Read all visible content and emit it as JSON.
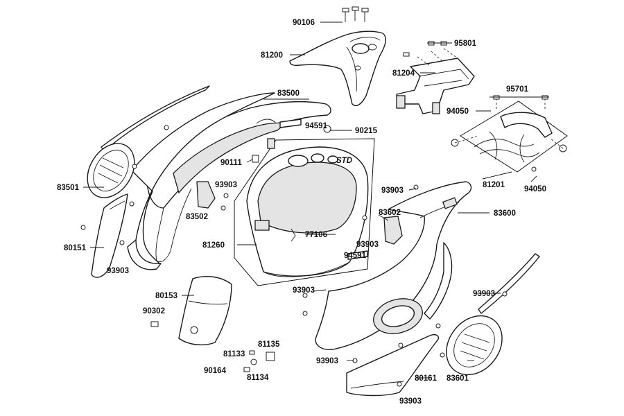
{
  "diagram": {
    "parts": [
      {
        "id": "90106",
        "label": "90106"
      },
      {
        "id": "81200",
        "label": "81200"
      },
      {
        "id": "95801",
        "label": "95801"
      },
      {
        "id": "81204",
        "label": "81204"
      },
      {
        "id": "95701",
        "label": "95701"
      },
      {
        "id": "94050a",
        "label": "94050"
      },
      {
        "id": "83500",
        "label": "83500"
      },
      {
        "id": "94591a",
        "label": "94591"
      },
      {
        "id": "90215",
        "label": "90215"
      },
      {
        "id": "90111",
        "label": "90111"
      },
      {
        "id": "81201",
        "label": "81201"
      },
      {
        "id": "94050b",
        "label": "94050"
      },
      {
        "id": "83501",
        "label": "83501"
      },
      {
        "id": "93903a",
        "label": "93903"
      },
      {
        "id": "93903b",
        "label": "93903"
      },
      {
        "id": "83502",
        "label": "83502"
      },
      {
        "id": "83602",
        "label": "83602"
      },
      {
        "id": "83600",
        "label": "83600"
      },
      {
        "id": "77106",
        "label": "77106"
      },
      {
        "id": "80151",
        "label": "80151"
      },
      {
        "id": "81260",
        "label": "81260"
      },
      {
        "id": "93903c",
        "label": "93903"
      },
      {
        "id": "93903d",
        "label": "93903"
      },
      {
        "id": "94591b",
        "label": "94591"
      },
      {
        "id": "80153",
        "label": "80153"
      },
      {
        "id": "93903e",
        "label": "93903"
      },
      {
        "id": "93903f",
        "label": "93903"
      },
      {
        "id": "90302",
        "label": "90302"
      },
      {
        "id": "81135",
        "label": "81135"
      },
      {
        "id": "81133",
        "label": "81133"
      },
      {
        "id": "90164",
        "label": "90164"
      },
      {
        "id": "81134",
        "label": "81134"
      },
      {
        "id": "93903g",
        "label": "93903"
      },
      {
        "id": "80161",
        "label": "80161"
      },
      {
        "id": "83601",
        "label": "83601"
      },
      {
        "id": "93903h",
        "label": "93903"
      }
    ],
    "part_stamp_text": "STD"
  }
}
